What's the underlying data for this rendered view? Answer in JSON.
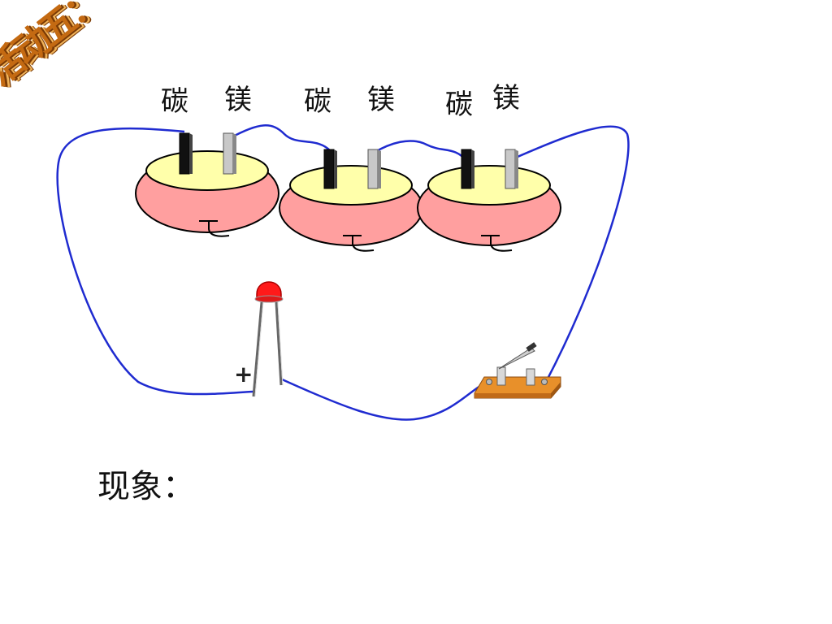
{
  "title": "活动五：",
  "electrode_labels": [
    {
      "carbon": "碳",
      "magnesium": "镁"
    },
    {
      "carbon": "碳",
      "magnesium": "镁"
    },
    {
      "carbon": "碳",
      "magnesium": "镁"
    }
  ],
  "led_polarity": "+",
  "phenomenon_label": "现象：",
  "colors": {
    "wire": "#1f2bd0",
    "fruit_body": "#ff9f9f",
    "fruit_top": "#ffffaa",
    "carbon_electrode": "#111111",
    "magnesium_electrode": "#c8c8c8",
    "led": "#ff1a1a",
    "switch_base": "#e8902a",
    "title": "#c46a12"
  }
}
